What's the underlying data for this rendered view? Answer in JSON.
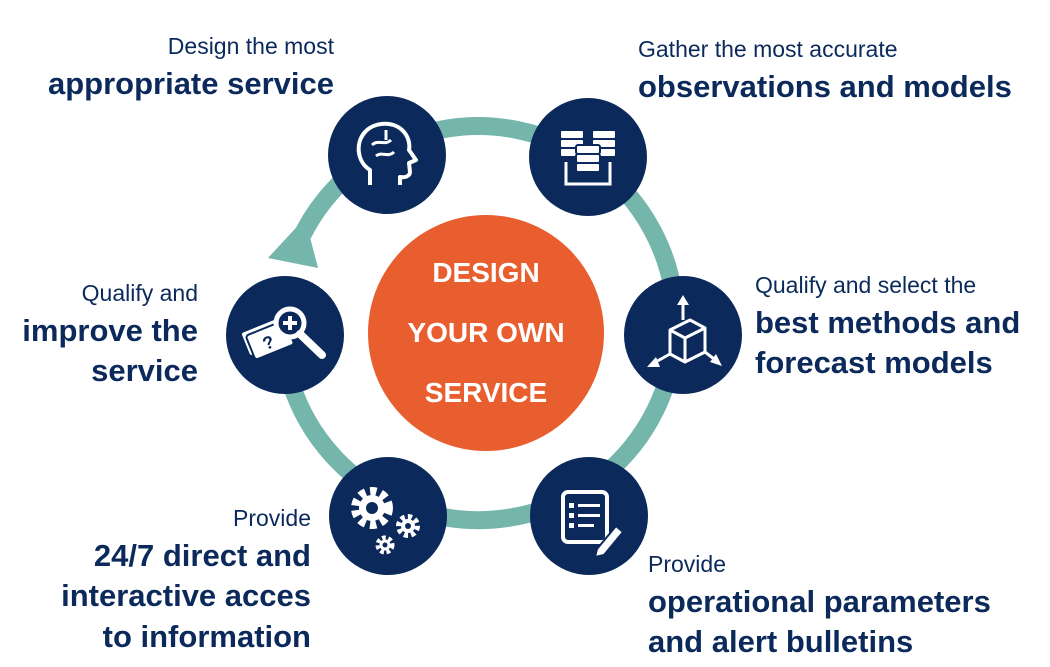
{
  "center": {
    "lines": [
      "DESIGN",
      "YOUR OWN",
      "SERVICE"
    ]
  },
  "steps": [
    {
      "id": "design",
      "icon": "brain-head-icon",
      "light": "Design the most",
      "bold": [
        "appropriate service"
      ]
    },
    {
      "id": "gather",
      "icon": "server-stack-icon",
      "light": "Gather the most accurate",
      "bold": [
        "observations and models"
      ]
    },
    {
      "id": "select",
      "icon": "3d-box-axes-icon",
      "light": "Qualify and select the",
      "bold": [
        "best methods and",
        "forecast models"
      ]
    },
    {
      "id": "bulletins",
      "icon": "form-pencil-icon",
      "light": "Provide",
      "bold": [
        "operational parameters",
        "and alert bulletins"
      ]
    },
    {
      "id": "access",
      "icon": "gears-icon",
      "light": "Provide",
      "bold": [
        "24/7 direct and",
        "interactive acces",
        "to information"
      ]
    },
    {
      "id": "improve",
      "icon": "money-magnifier-icon",
      "light": "Qualify and",
      "bold": [
        "improve the",
        "service"
      ]
    }
  ],
  "colors": {
    "node": "#0b2a5b",
    "ring": "#74b5ac",
    "center": "#e85e2e",
    "text": "#0b2a5b"
  }
}
